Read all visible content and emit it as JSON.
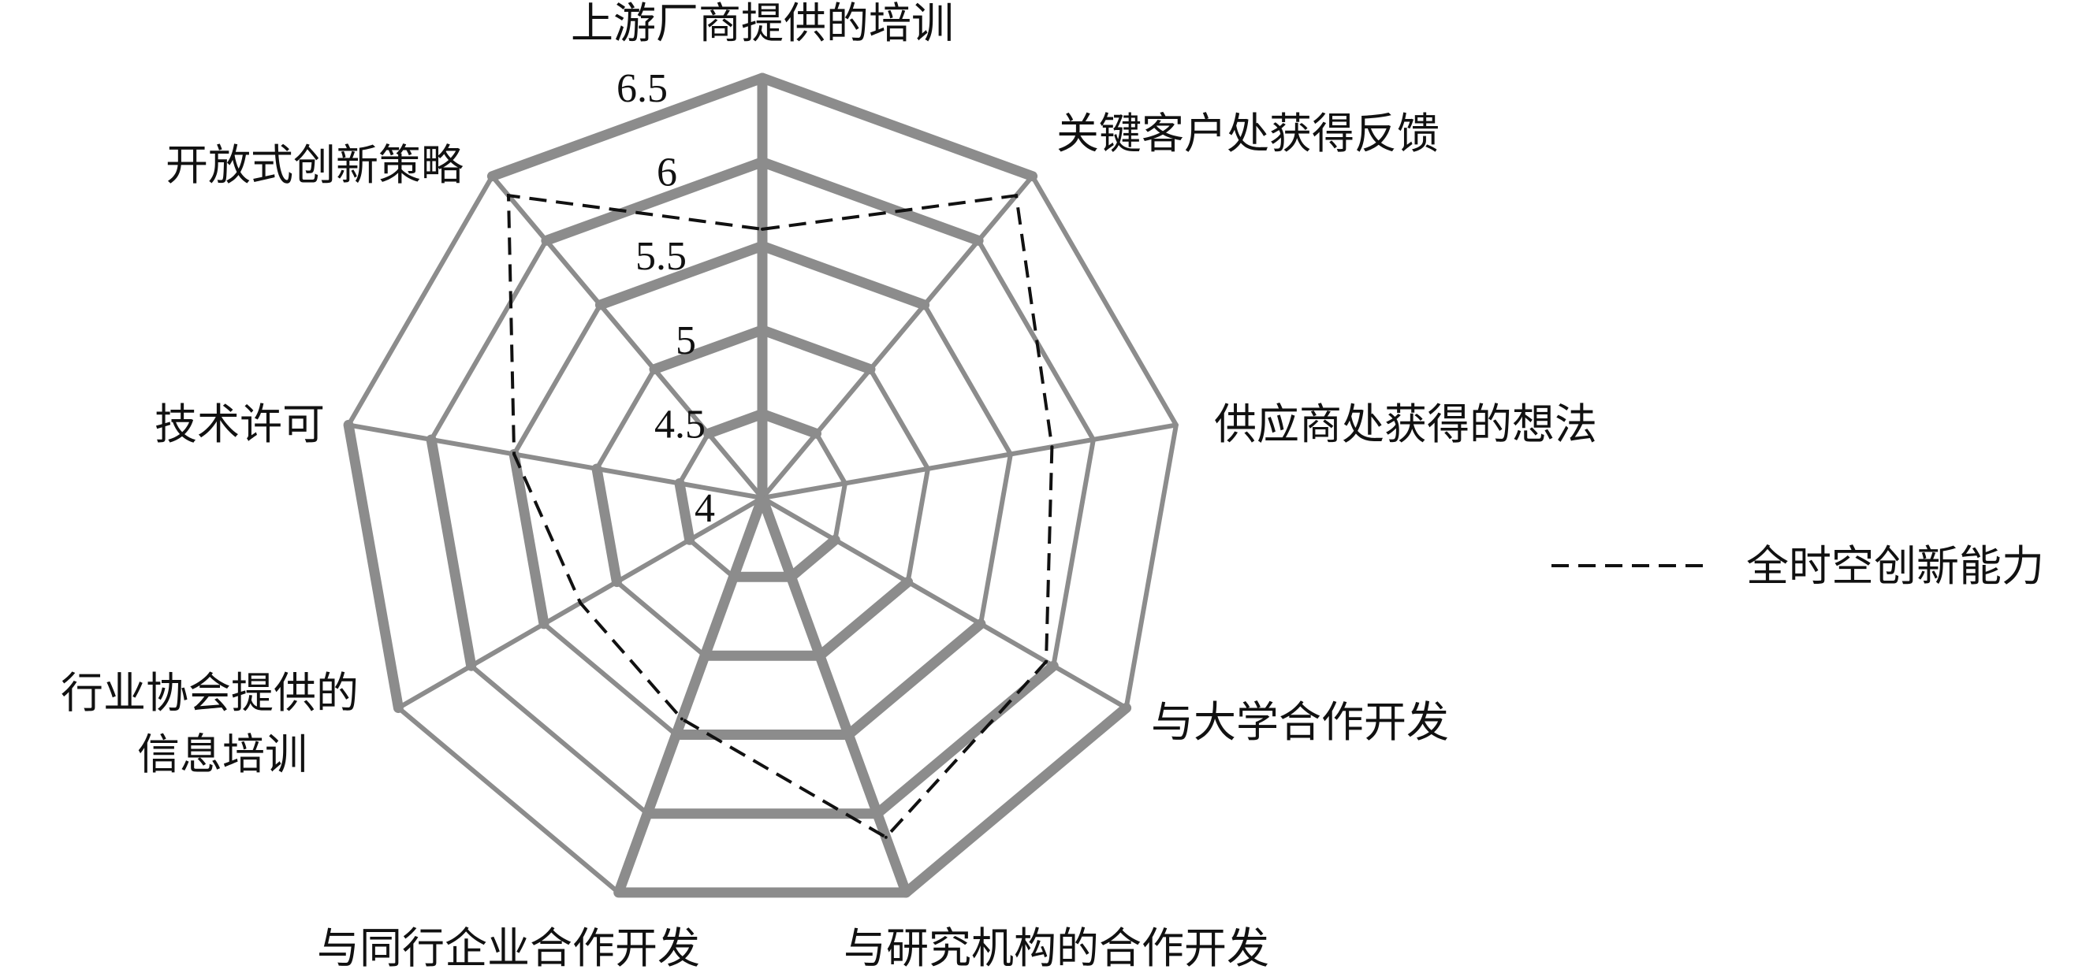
{
  "chart_data": {
    "type": "radar",
    "title": "",
    "axes": [
      "上游厂商提供的培训",
      "关键客户处获得反馈",
      "供应商处获得的想法",
      "与大学合作开发",
      "与研究机构的合作开发",
      "与同行企业合作开发",
      [
        "行业协会提供的",
        "信息培训"
      ],
      "技术许可",
      "开放式创新策略"
    ],
    "range": [
      4,
      6.5
    ],
    "ticks": [
      "4",
      "4.5",
      "5",
      "5.5",
      "6",
      "6.5"
    ],
    "series": [
      {
        "name": "全时空创新能力",
        "values": [
          5.6,
          6.35,
          5.75,
          5.95,
          6.15,
          5.4,
          5.25,
          5.5,
          6.35
        ],
        "style": "dashed",
        "color": "#111111"
      }
    ],
    "legend": {
      "position": "right"
    },
    "grid": true,
    "colors": {
      "grid": "#8c8c8c",
      "series": "#111111"
    }
  }
}
